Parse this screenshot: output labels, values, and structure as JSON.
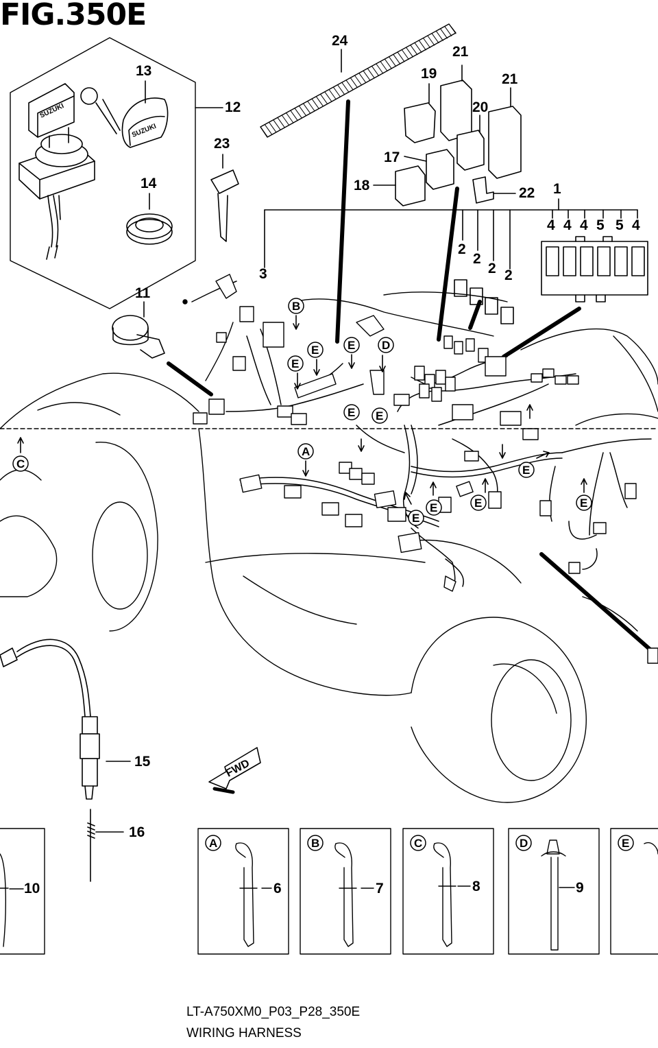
{
  "figure": {
    "title": "FIG.350E",
    "code": "LT-A750XM0_P03_P28_350E",
    "name": "WIRING HARNESS",
    "direction_label": "FWD"
  },
  "callouts": {
    "c1": "1",
    "c2a": "2",
    "c2b": "2",
    "c2c": "2",
    "c2d": "2",
    "c3": "3",
    "c4a": "4",
    "c4b": "4",
    "c4c": "4",
    "c4d": "4",
    "c5a": "5",
    "c5b": "5",
    "c6": "6",
    "c7": "7",
    "c8": "8",
    "c9": "9",
    "c10": "10",
    "c11": "11",
    "c12": "12",
    "c13": "13",
    "c14": "14",
    "c15": "15",
    "c16": "16",
    "c17": "17",
    "c18": "18",
    "c19": "19",
    "c20": "20",
    "c21a": "21",
    "c21b": "21",
    "c22": "22",
    "c23": "23",
    "c24": "24"
  },
  "clamp_markers": {
    "A": "A",
    "B": "B",
    "C": "C",
    "D": "D",
    "E": "E"
  },
  "key_brand": "SUZUKI"
}
